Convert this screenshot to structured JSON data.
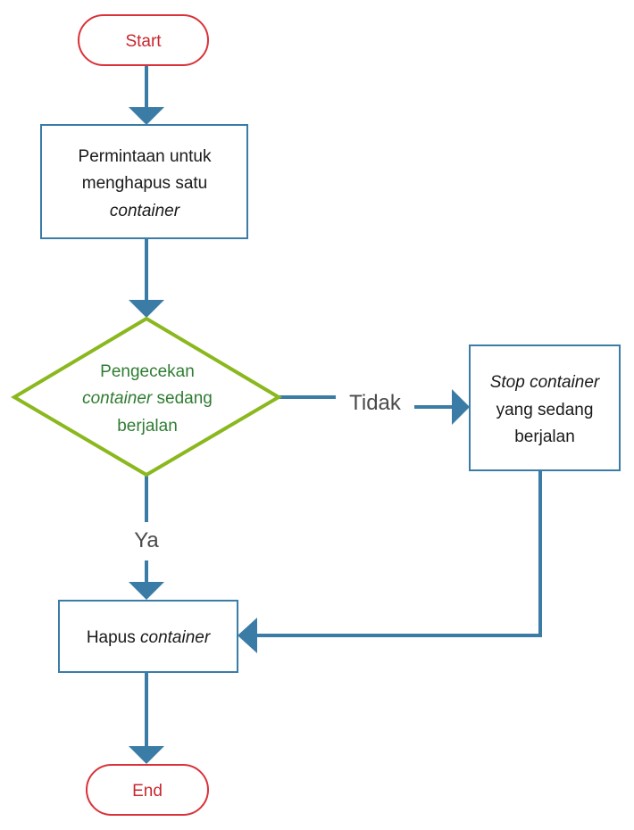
{
  "colors": {
    "arrow": "#3b7ca6",
    "box_border": "#3b7ca6",
    "terminal_border": "#d9323a",
    "terminal_text": "#c8282f",
    "decision_border": "#8ab81e",
    "decision_text": "#2f7d32",
    "text": "#1a1a1a",
    "label": "#4a4a4a"
  },
  "nodes": {
    "start": {
      "label": "Start"
    },
    "request": {
      "line1": "Permintaan untuk",
      "line2": "menghapus satu",
      "line3": "container"
    },
    "decision": {
      "line1": "Pengecekan",
      "line2_italic": "container",
      "line2_rest": " sedang",
      "line3": "berjalan"
    },
    "stop": {
      "line1": "Stop container",
      "line2": "yang sedang",
      "line3": "berjalan"
    },
    "delete": {
      "plain": "Hapus ",
      "italic": "container"
    },
    "end": {
      "label": "End"
    }
  },
  "edge_labels": {
    "no": "Tidak",
    "yes": "Ya"
  }
}
